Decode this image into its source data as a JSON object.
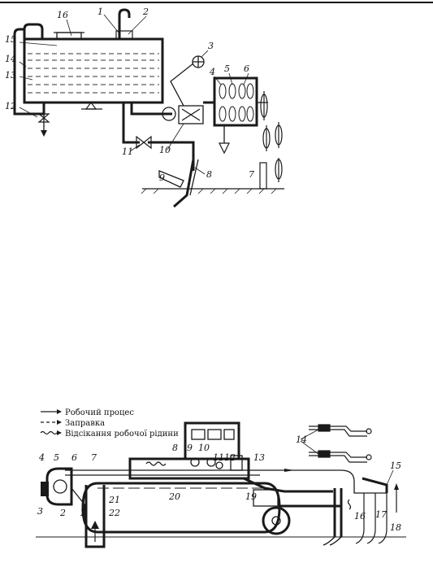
{
  "figure_top": {
    "callouts": [
      "1",
      "2",
      "3",
      "4",
      "5",
      "6",
      "7",
      "8",
      "9",
      "10",
      "11",
      "12",
      "13",
      "14",
      "15",
      "16"
    ]
  },
  "figure_bottom": {
    "legend": [
      {
        "label": "Робочий процес",
        "style": "arrow-solid"
      },
      {
        "label": "Заправка",
        "style": "arrow-dashed"
      },
      {
        "label": "Відсікання робочої рідини",
        "style": "arrow-wavy"
      }
    ],
    "callouts": [
      "1",
      "2",
      "3",
      "4",
      "5",
      "6",
      "7",
      "8",
      "9",
      "10",
      "11",
      "12",
      "13",
      "14",
      "15",
      "16",
      "17",
      "18",
      "19",
      "20",
      "21",
      "22"
    ]
  }
}
